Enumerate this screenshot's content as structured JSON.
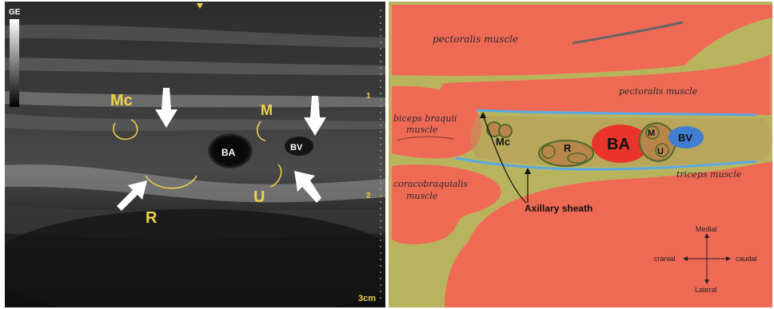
{
  "ultrasound": {
    "brand_label": "GE",
    "depth_ticks": [
      "1",
      "2"
    ],
    "depth_scale_label": "3cm",
    "labels": {
      "mc": "Mc",
      "m": "M",
      "ba": "BA",
      "bv": "BV",
      "u": "U",
      "r": "R"
    }
  },
  "diagram": {
    "muscles": {
      "pectoralis_top": "pectoralis muscle",
      "pectoralis_mid": "pectoralis muscle",
      "biceps_line1": "biceps braquii",
      "biceps_line2": "muscle",
      "coraco_line1": "coracobraquialis",
      "coraco_line2": "muscle",
      "triceps": "triceps muscle"
    },
    "structures": {
      "mc": "Mc",
      "r": "R",
      "ba": "BA",
      "m": "M",
      "u": "U",
      "bv": "BV"
    },
    "axillary_sheath": "Axillary sheath",
    "compass": {
      "medial": "Medial",
      "lateral": "Lateral",
      "cranial": "cranial",
      "caudal": "caudal"
    },
    "colors": {
      "muscle": "#ef6a55",
      "background": "#b8b45e",
      "sheath": "#5aa8e6",
      "artery": "#e8342a",
      "vein": "#3f7ed1",
      "nerve": "#b8864a"
    }
  }
}
